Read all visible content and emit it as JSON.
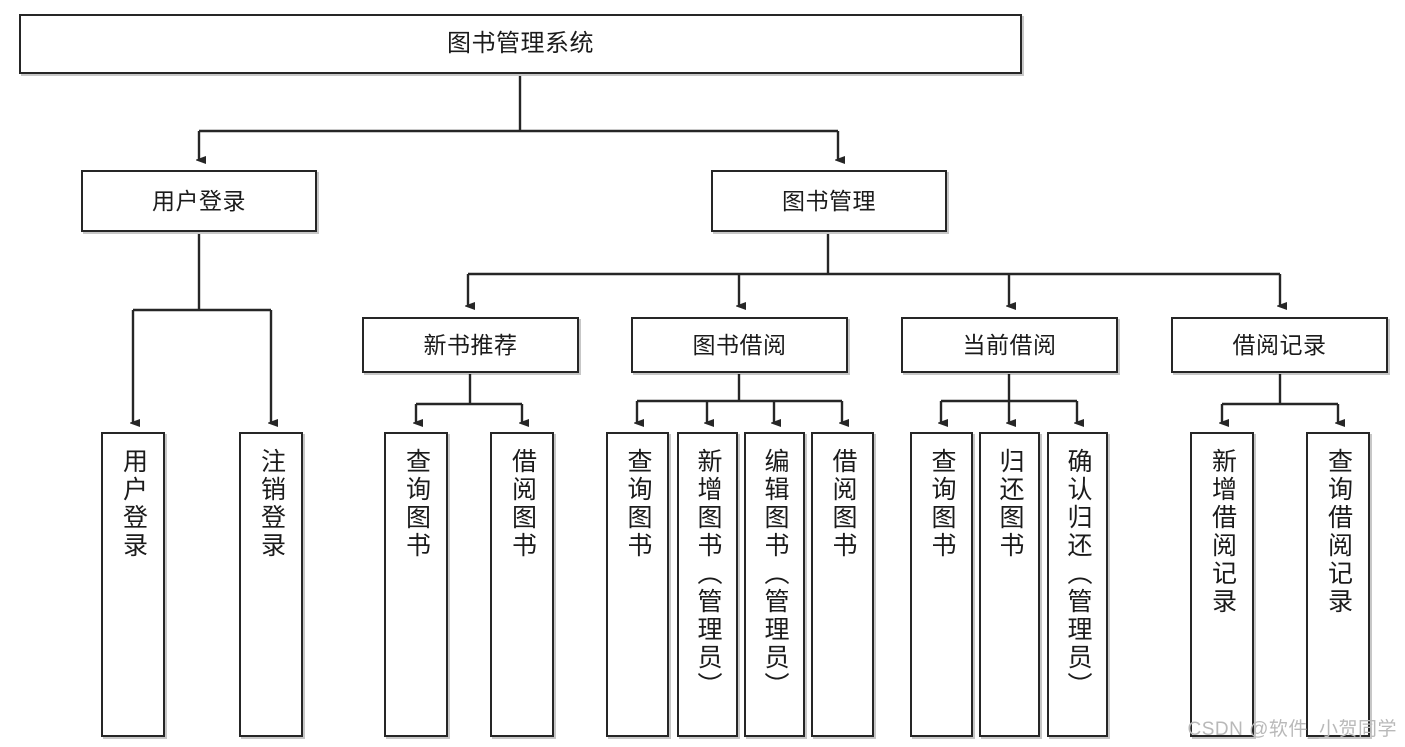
{
  "diagram": {
    "type": "tree-hierarchy",
    "title": "图书管理系统",
    "watermark": "CSDN @软件_小贺同学",
    "colors": {
      "border": "#262626",
      "background": "#ffffff",
      "text": "#1b1b1b",
      "watermark": "#b9b9b9"
    },
    "levels": {
      "root": "图书管理系统",
      "level2": [
        "用户登录",
        "图书管理"
      ],
      "level3": [
        "新书推荐",
        "图书借阅",
        "当前借阅",
        "借阅记录"
      ],
      "level4": [
        "用户登录",
        "注销登录",
        "查询图书",
        "借阅图书",
        "查询图书",
        "新增图书（管理员）",
        "编辑图书（管理员）",
        "借阅图书",
        "查询图书",
        "归还图书",
        "确认归还（管理员）",
        "新增借阅记录",
        "查询借阅记录"
      ]
    },
    "nodes": {
      "root": {
        "label": "图书管理系统"
      },
      "user_login": {
        "label": "用户登录"
      },
      "book_mgmt": {
        "label": "图书管理"
      },
      "new_book_rec": {
        "label": "新书推荐"
      },
      "book_borrow": {
        "label": "图书借阅"
      },
      "current_borrow": {
        "label": "当前借阅"
      },
      "borrow_record": {
        "label": "借阅记录"
      },
      "leaf_user_login": {
        "label": "用户登录"
      },
      "leaf_logout": {
        "label": "注销登录"
      },
      "leaf_query_book_1": {
        "label": "查询图书"
      },
      "leaf_borrow_book_1": {
        "label": "借阅图书"
      },
      "leaf_query_book_2": {
        "label": "查询图书"
      },
      "leaf_add_book": {
        "label": "新增图书（管理员）"
      },
      "leaf_edit_book": {
        "label": "编辑图书（管理员）"
      },
      "leaf_borrow_book_2": {
        "label": "借阅图书"
      },
      "leaf_query_book_3": {
        "label": "查询图书"
      },
      "leaf_return_book": {
        "label": "归还图书"
      },
      "leaf_confirm_return": {
        "label": "确认归还（管理员）"
      },
      "leaf_add_record": {
        "label": "新增借阅记录"
      },
      "leaf_query_record": {
        "label": "查询借阅记录"
      }
    }
  }
}
